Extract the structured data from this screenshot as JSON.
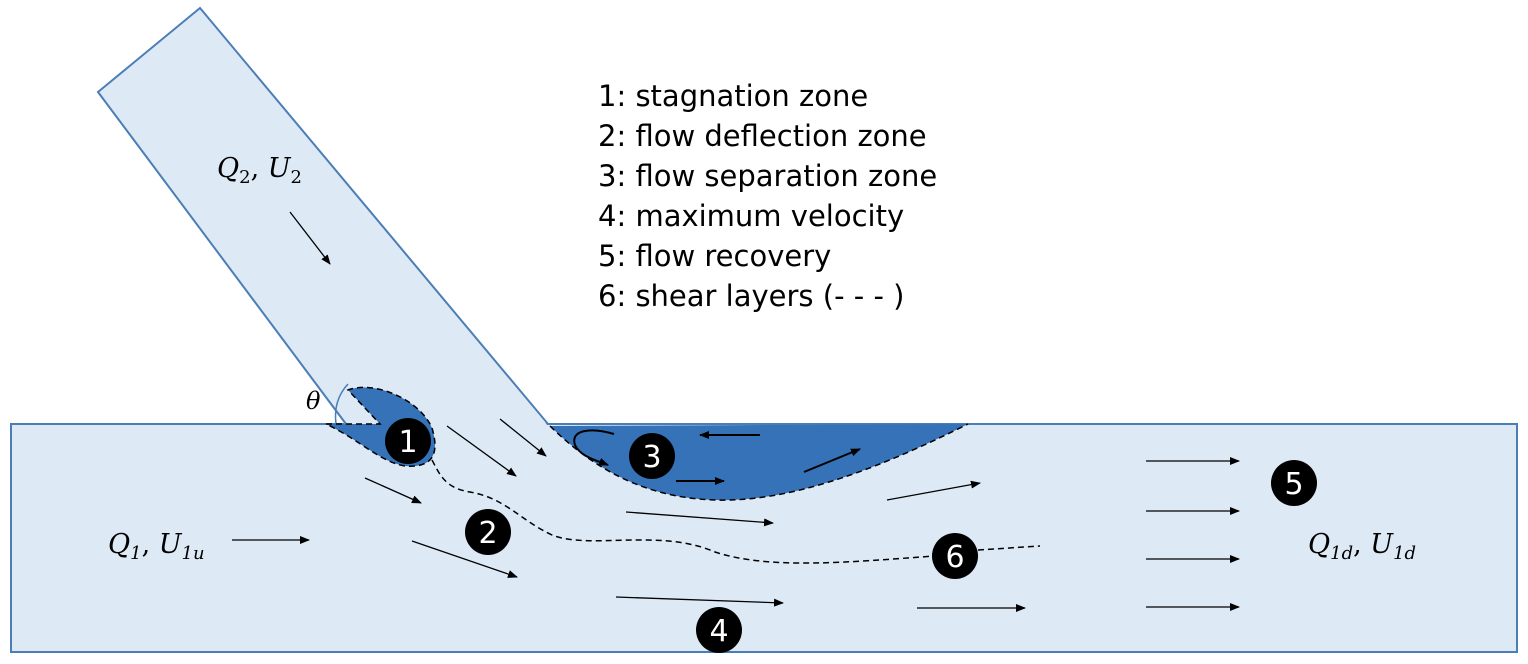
{
  "legend": [
    "1: stagnation zone",
    "2: flow deflection zone",
    "3: flow separation zone",
    "4: maximum velocity",
    "5: flow recovery",
    "6: shear layers (- - - )"
  ],
  "markers": [
    "1",
    "2",
    "3",
    "4",
    "5",
    "6"
  ],
  "angle_label": "θ",
  "branch_label": {
    "q": "Q",
    "q_sub": "2",
    "sep": ", ",
    "u": "U",
    "u_sub": "2"
  },
  "upstream_label": {
    "q": "Q",
    "q_sub": "1",
    "sep": ", ",
    "u": "U",
    "u_sub": "1u"
  },
  "downstream_label": {
    "q": "Q",
    "q_sub": "1d",
    "sep": ", ",
    "u": "U",
    "u_sub": "1d"
  },
  "colors": {
    "channel_fill": "#dee9f6",
    "channel_stroke": "#4a7eb5",
    "zone_fill": "#3672b8",
    "marker_fill": "#000000",
    "marker_text": "#ffffff"
  }
}
